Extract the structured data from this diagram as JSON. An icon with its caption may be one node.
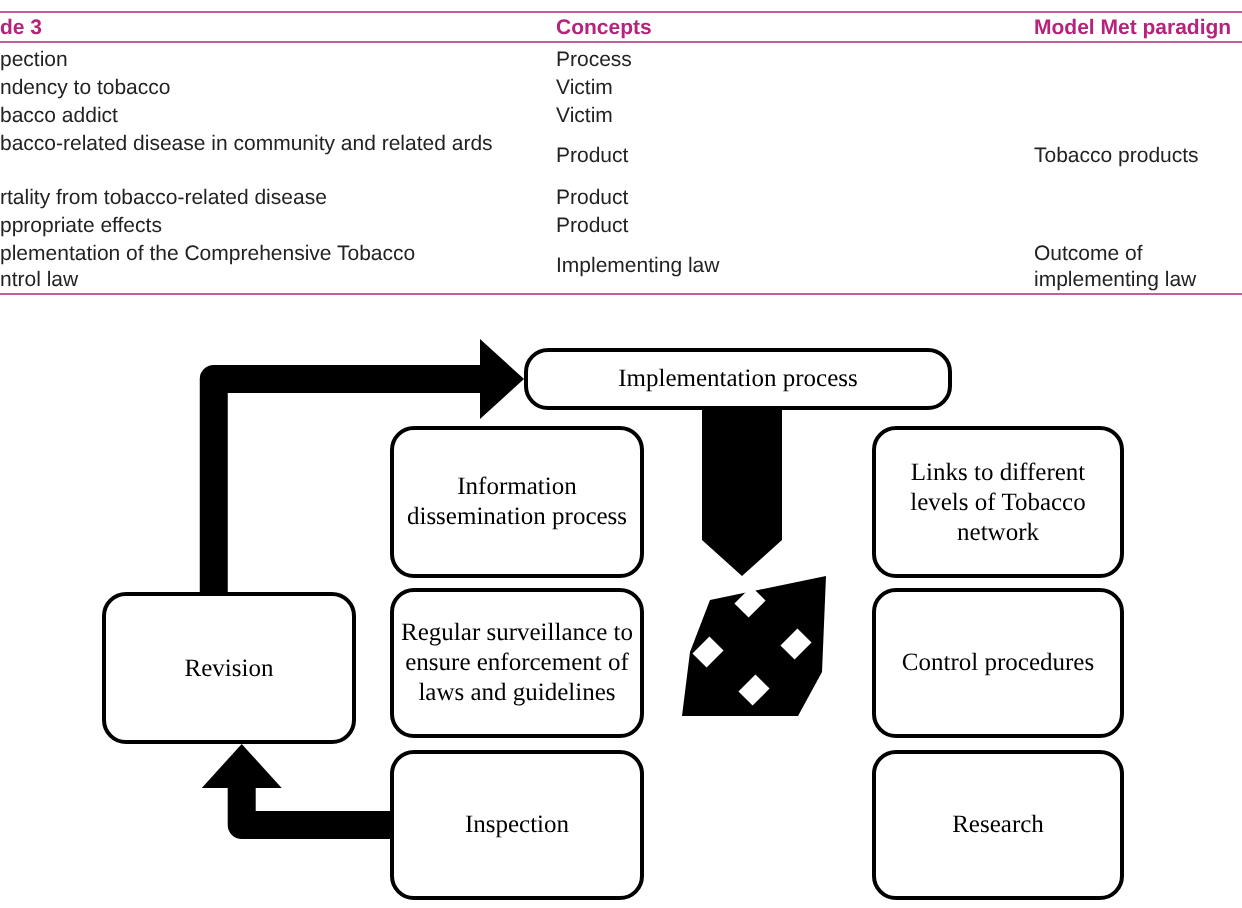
{
  "diagram": {
    "nodes": [
      {
        "text": [
          "Implementation process"
        ]
      },
      {
        "text": [
          "Information dissemination process"
        ]
      },
      {
        "text": [
          "Links to different levels of Tobacco network"
        ]
      },
      {
        "text": [
          "Revision"
        ]
      },
      {
        "text": [
          "Regular surveillance to ensure enforcement of laws and guidelines"
        ]
      },
      {
        "text": [],
        "shape": "diamond"
      },
      {
        "text": [
          "Control procedures"
        ]
      },
      {
        "text": [
          "Inspection"
        ]
      },
      {
        "text": [
          "Research"
        ]
      }
    ],
    "edges": [
      {
        "from": 0,
        "to": 5,
        "arrow": "to",
        "style": "thick"
      },
      {
        "from": 7,
        "to": 3,
        "arrow": "to"
      },
      {
        "from": 3,
        "to": 0,
        "arrow": "to"
      }
    ],
    "labels": [
      "de 3",
      "Concepts",
      "Model Met paradign",
      "pection",
      "Process",
      "ndency to tobacco",
      "Victim",
      "bacco addict",
      "Victim",
      "bacco-related disease in community and related ards",
      "Product",
      "Tobacco products",
      "rtality from tobacco-related disease",
      "Product",
      "ppropriate effects",
      "Product",
      "plementation of the Comprehensive Tobacco ntrol law",
      "Implementing law",
      "Outcome of implementing law"
    ]
  }
}
